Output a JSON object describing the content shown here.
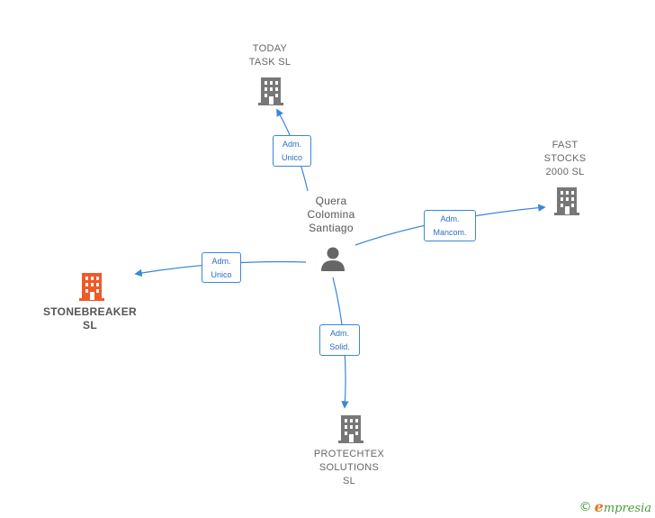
{
  "center": {
    "name": "Quera\nColomina\nSantiago",
    "icon": "person-icon"
  },
  "companies": [
    {
      "id": "today",
      "label": "TODAY\nTASK  SL",
      "icon": "building-icon",
      "color": "#777777"
    },
    {
      "id": "fast",
      "label": "FAST\nSTOCKS\n2000  SL",
      "icon": "building-icon",
      "color": "#777777"
    },
    {
      "id": "stone",
      "label": "STONEBREAKER\nSL",
      "icon": "building-icon",
      "color": "#f05a28"
    },
    {
      "id": "protechtex",
      "label": "PROTECHTEX\nSOLUTIONS\nSL",
      "icon": "building-icon",
      "color": "#777777"
    }
  ],
  "relations": [
    {
      "to": "today",
      "label": "Adm.\nUnico"
    },
    {
      "to": "fast",
      "label": "Adm.\nMancom."
    },
    {
      "to": "stone",
      "label": "Adm.\nUnico"
    },
    {
      "to": "protechtex",
      "label": "Adm.\nSolid."
    }
  ],
  "colors": {
    "edge": "#3a87d9",
    "accent": "#f05a28",
    "building": "#777777",
    "person": "#666666"
  },
  "brand": {
    "copyright": "©",
    "name": "mpresia",
    "initial": "e"
  }
}
